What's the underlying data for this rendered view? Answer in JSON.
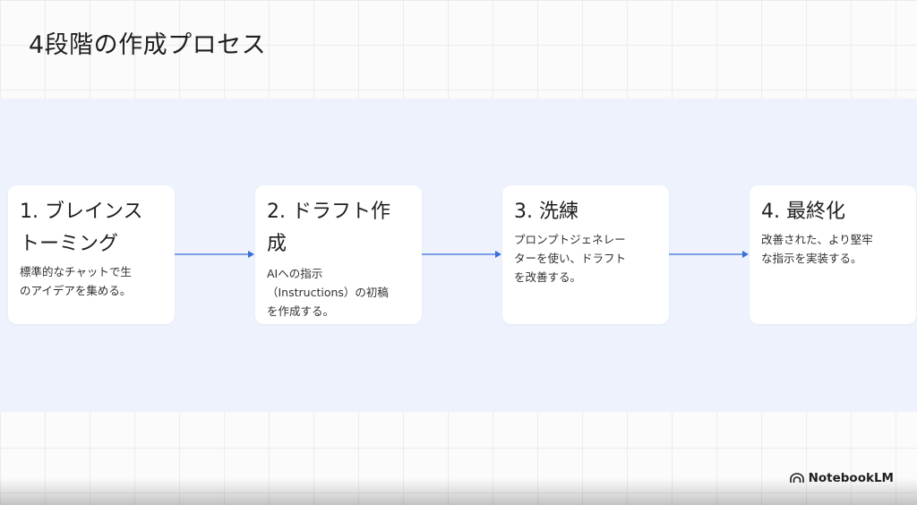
{
  "title": "4段階の作成プロセス",
  "colors": {
    "band": "#edf2fc",
    "arrow": "#3b6fd8",
    "card": "#ffffff"
  },
  "steps": [
    {
      "title_line1": "1. ブレインス",
      "title_line2": "トーミング",
      "desc_line1": "標準的なチャットで生",
      "desc_line2": "のアイデアを集める。",
      "desc_line3": ""
    },
    {
      "title_line1": "2. ドラフト作",
      "title_line2": "成",
      "desc_line1": "AIへの指示",
      "desc_line2": "（Instructions）の初稿",
      "desc_line3": "を作成する。"
    },
    {
      "title_line1": "3. 洗練",
      "title_line2": "",
      "desc_line1": "プロンプトジェネレー",
      "desc_line2": "ターを使い、ドラフト",
      "desc_line3": "を改善する。"
    },
    {
      "title_line1": "4. 最終化",
      "title_line2": "",
      "desc_line1": "改善された、より堅牢",
      "desc_line2": "な指示を実装する。",
      "desc_line3": ""
    }
  ],
  "brand": {
    "icon": "notebooklm-icon",
    "label": "NotebookLM"
  }
}
